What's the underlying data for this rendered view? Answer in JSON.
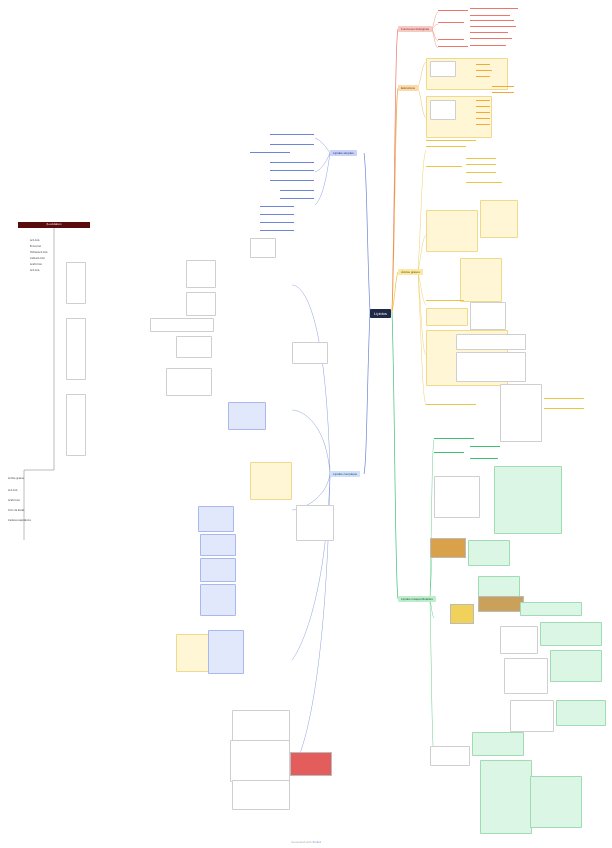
{
  "root": {
    "label": "Lípidos"
  },
  "branches": {
    "funciones": {
      "label": "Funciones biológicas"
    },
    "estructura": {
      "label": "Estructura"
    },
    "acidos": {
      "label": "Ácidos grasos"
    },
    "lipidos_simples": {
      "label": "Lípidos simples"
    },
    "lipidos_complejos": {
      "label": "Lípidos complejos"
    },
    "lipidos_insaponificables": {
      "label": "Lípidos insaponificables"
    }
  },
  "left_panel": {
    "title": "β-oxidation",
    "items": [
      "Acil-CoA",
      "Enoil-CoA",
      "Hidroxiacil-CoA",
      "Cetoacil-CoA",
      "Acetil-CoA",
      "Acil-CoA"
    ],
    "bottom_items": [
      "Ácidos grasos",
      "Acil-CoA",
      "Acetil-CoA",
      "Ciclo de Krebs",
      "Cadena respiratoria"
    ]
  },
  "footer": {
    "prefix": "Generated with",
    "brand": "Xmind"
  },
  "colors": {
    "red": "#e9776a",
    "orange": "#f3a93a",
    "yellow": "#e9c445",
    "green": "#3fbf73",
    "blue": "#6d85d6",
    "root_bg": "#1f2a44",
    "title_bg": "#5a0b0b"
  }
}
